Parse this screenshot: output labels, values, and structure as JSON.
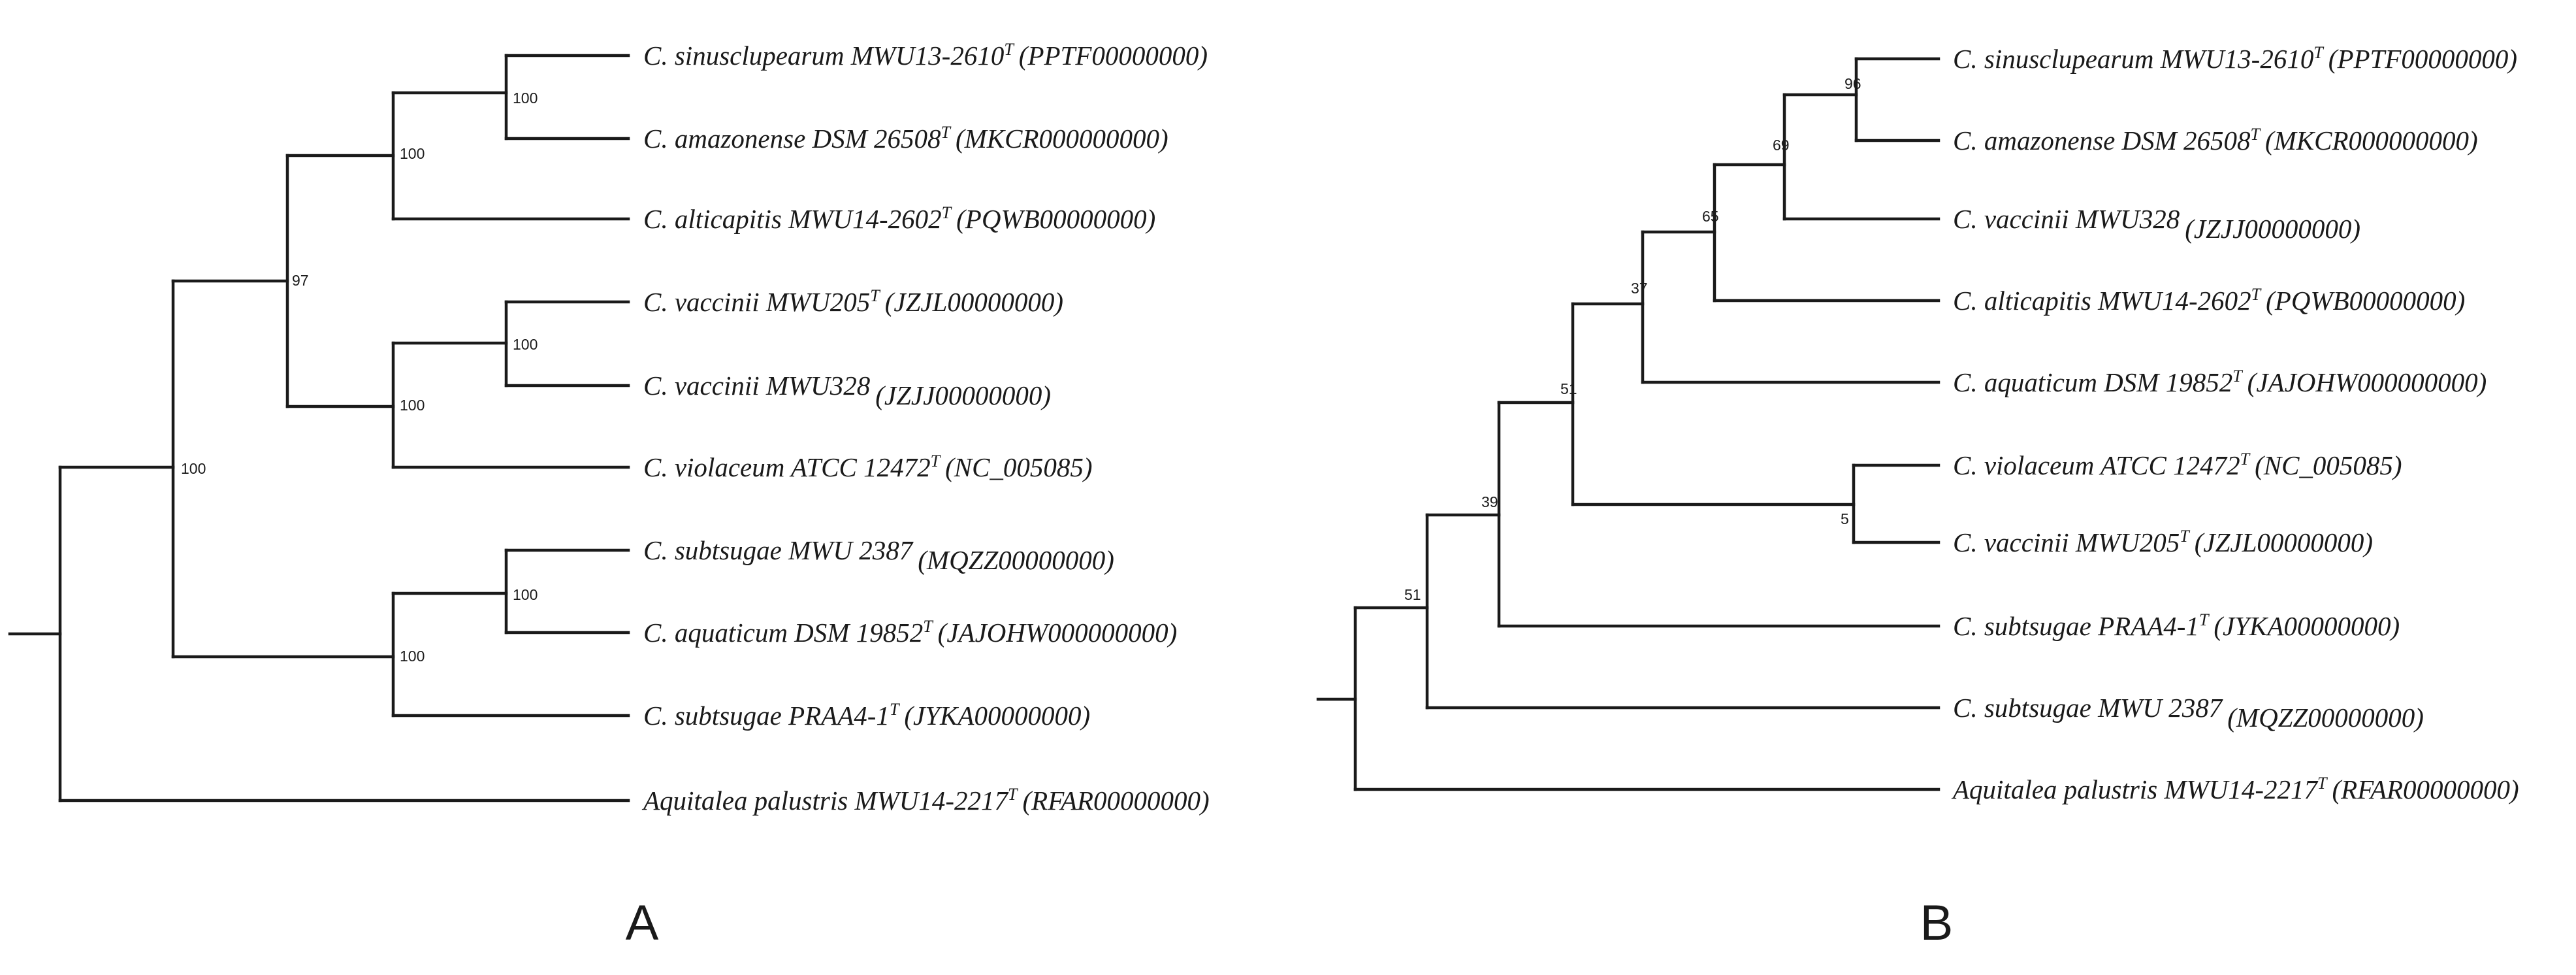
{
  "trees": [
    {
      "label": "A",
      "support_values": [
        "100",
        "100",
        "97",
        "100",
        "100",
        "100",
        "100",
        "100"
      ],
      "taxa": [
        {
          "name": "C. sinusclupearum MWU13-2610",
          "sup": "T",
          "accession": "(PPTF00000000)"
        },
        {
          "name": "C. amazonense DSM 26508",
          "sup": "T",
          "accession": "(MKCR000000000)"
        },
        {
          "name": "C. alticapitis MWU14-2602",
          "sup": "T",
          "accession": "(PQWB00000000)"
        },
        {
          "name": "C. vaccinii MWU205",
          "sup": "T",
          "accession": "(JZJL00000000)"
        },
        {
          "name": "C. vaccinii MWU328",
          "sup": "",
          "accession": "(JZJJ00000000)"
        },
        {
          "name": "C. violaceum ATCC 12472",
          "sup": "T",
          "accession": "(NC_005085)"
        },
        {
          "name": "C. subtsugae MWU 2387",
          "sup": "",
          "accession": "(MQZZ00000000)"
        },
        {
          "name": "C. aquaticum DSM 19852",
          "sup": "T",
          "accession": "(JAJOHW000000000)"
        },
        {
          "name": "C. subtsugae PRAA4-1",
          "sup": "T",
          "accession": "(JYKA00000000)"
        },
        {
          "name": "Aquitalea palustris MWU14-2217",
          "sup": "T",
          "accession": "(RFAR00000000)"
        }
      ]
    },
    {
      "label": "B",
      "support_values": [
        "96",
        "69",
        "65",
        "37",
        "5",
        "51",
        "39",
        "51"
      ],
      "taxa": [
        {
          "name": "C. sinusclupearum MWU13-2610",
          "sup": "T",
          "accession": "(PPTF00000000)"
        },
        {
          "name": "C. amazonense DSM 26508",
          "sup": "T",
          "accession": "(MKCR000000000)"
        },
        {
          "name": "C. vaccinii MWU328",
          "sup": "",
          "accession": "(JZJJ00000000)"
        },
        {
          "name": "C. alticapitis MWU14-2602",
          "sup": "T",
          "accession": "(PQWB00000000)"
        },
        {
          "name": "C. aquaticum DSM 19852",
          "sup": "T",
          "accession": "(JAJOHW000000000)"
        },
        {
          "name": "C. violaceum ATCC 12472",
          "sup": "T",
          "accession": "(NC_005085)"
        },
        {
          "name": "C. vaccinii MWU205",
          "sup": "T",
          "accession": "(JZJL00000000)"
        },
        {
          "name": "C. subtsugae PRAA4-1",
          "sup": "T",
          "accession": "(JYKA00000000)"
        },
        {
          "name": "C. subtsugae MWU 2387",
          "sup": "",
          "accession": "(MQZZ00000000)"
        },
        {
          "name": "Aquitalea palustris MWU14-2217",
          "sup": "T",
          "accession": "(RFAR00000000)"
        }
      ]
    }
  ]
}
